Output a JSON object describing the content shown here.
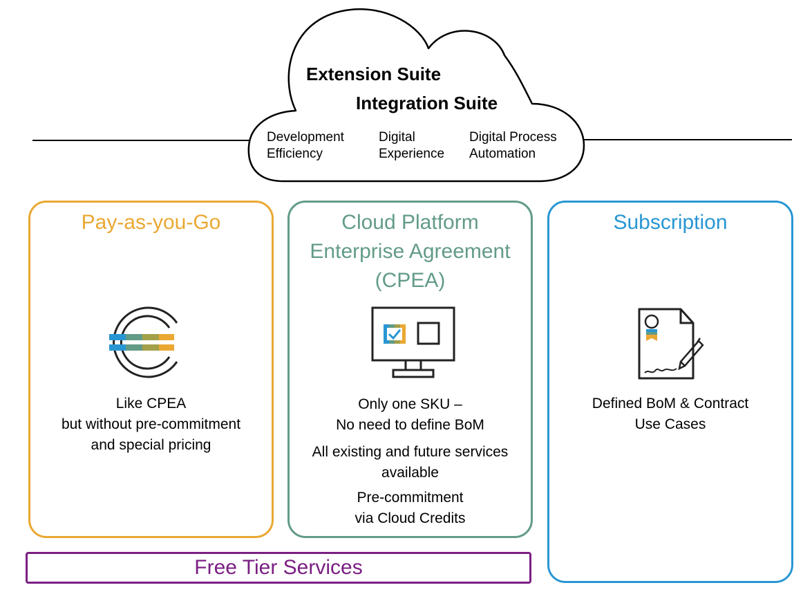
{
  "cloud": {
    "title1": "Extension Suite",
    "title2": "Integration Suite",
    "items": [
      {
        "label": "Development\nEfficiency"
      },
      {
        "label": "Digital\nExperience"
      },
      {
        "label": "Digital Process\nAutomation"
      }
    ]
  },
  "models": {
    "payg": {
      "title": "Pay-as-you-Go",
      "text": "Like CPEA\nbut without pre-commitment\nand special pricing",
      "color": "#eaa833",
      "icon": "credit-currency-icon"
    },
    "cpea": {
      "title": "Cloud Platform\nEnterprise Agreement\n(CPEA)",
      "text1": "Only one SKU –\nNo need to define BoM",
      "text2": "All existing and future services\navailable",
      "text3": "Pre-commitment\nvia Cloud Credits",
      "color": "#629b86",
      "icon": "monitor-checkbox-icon"
    },
    "subscription": {
      "title": "Subscription",
      "text": "Defined BoM & Contract\nUse Cases",
      "color": "#2896d3",
      "icon": "contract-signature-icon"
    }
  },
  "free_tier": {
    "label": "Free Tier Services",
    "color": "#7b1f83"
  }
}
